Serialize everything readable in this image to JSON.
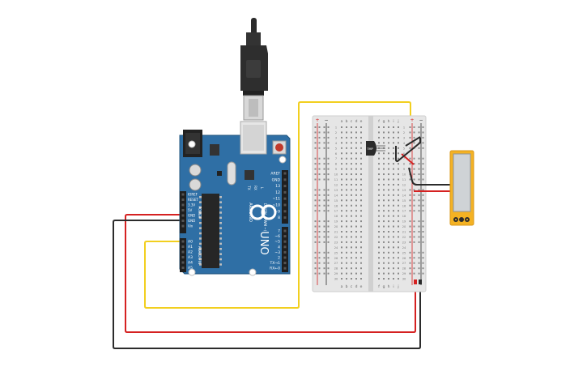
{
  "board": {
    "brand": "UNO",
    "arduino_word": "ARDUINO",
    "power_header_label": "POWER",
    "analog_header_label": "ANALOG IN",
    "digital_header_label": "DIGITAL (PWM ~)",
    "power_pins": [
      "IOREF",
      "RESET",
      "3.3V",
      "5V",
      "GND",
      "GND",
      "Vin"
    ],
    "analog_pins": [
      "A0",
      "A1",
      "A2",
      "A3",
      "A4",
      "A5"
    ],
    "digital_top": [
      "AREF",
      "GND",
      "13",
      "12",
      "~11",
      "~10",
      "~9",
      "8"
    ],
    "digital_bottom": [
      "7",
      "~6",
      "~5",
      "4",
      "~3",
      "2",
      "TX→1",
      "RX←0"
    ],
    "tx_label": "TX",
    "rx_label": "RX",
    "l_label": "L"
  },
  "breadboard": {
    "col_letters_left": [
      "a",
      "b",
      "c",
      "d",
      "e"
    ],
    "col_letters_right": [
      "f",
      "g",
      "h",
      "i",
      "j"
    ],
    "row_numbers": [
      "1",
      "2",
      "3",
      "4",
      "5",
      "6",
      "7",
      "8",
      "9",
      "10",
      "11",
      "12",
      "13",
      "14",
      "15",
      "16",
      "17",
      "18",
      "19",
      "20",
      "21",
      "22",
      "23",
      "24",
      "25",
      "26",
      "27",
      "28",
      "29",
      "30"
    ],
    "rail_plus": "+",
    "rail_minus": "−"
  },
  "sensor": {
    "label": "TMP"
  },
  "colors": {
    "board_blue": "#2f6fa5",
    "wire_yellow": "#f2cf1f",
    "wire_red": "#d52121",
    "wire_black": "#2b2b2b",
    "multimeter_body": "#f4b223"
  }
}
